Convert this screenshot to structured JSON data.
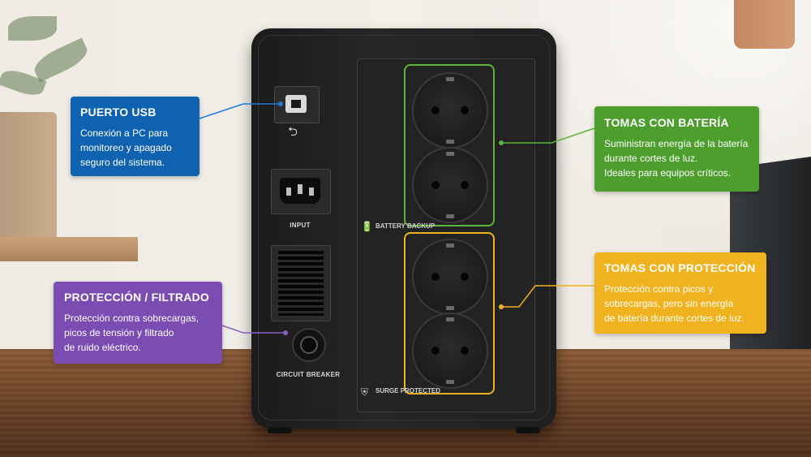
{
  "ups_labels": {
    "input": "INPUT",
    "circuit_breaker": [
      "CIRCUIT",
      "BREAKER"
    ],
    "battery_backup": [
      "BATTERY",
      "BACKUP"
    ],
    "surge_protected": [
      "SURGE",
      "PROTECTED"
    ]
  },
  "callouts": {
    "usb": {
      "title": "PUERTO USB",
      "lines": [
        "Conexión a PC para",
        "monitoreo y apagado",
        "seguro del sistema."
      ],
      "color": "#0f62b0"
    },
    "protection": {
      "title": "PROTECCIÓN / FILTRADO",
      "lines": [
        "Protección contra sobrecargas,",
        "picos de tensión y filtrado",
        "de ruido eléctrico."
      ],
      "color": "#7b4db3"
    },
    "battery": {
      "title": "TOMAS CON BATERÍA",
      "lines": [
        "Suministran energía de la batería",
        "durante cortes de luz.",
        "Ideales para equipos críticos."
      ],
      "color": "#4e9e2e"
    },
    "surge": {
      "title": "TOMAS CON PROTECCIÓN",
      "lines": [
        "Protección contra picos y",
        "sobrecargas, pero sin energía",
        "de batería durante cortes de luz."
      ],
      "color": "#f0b21e"
    }
  },
  "icons": {
    "usb": "usb-icon",
    "battery": "battery-icon",
    "shield": "shield-bolt-icon"
  }
}
